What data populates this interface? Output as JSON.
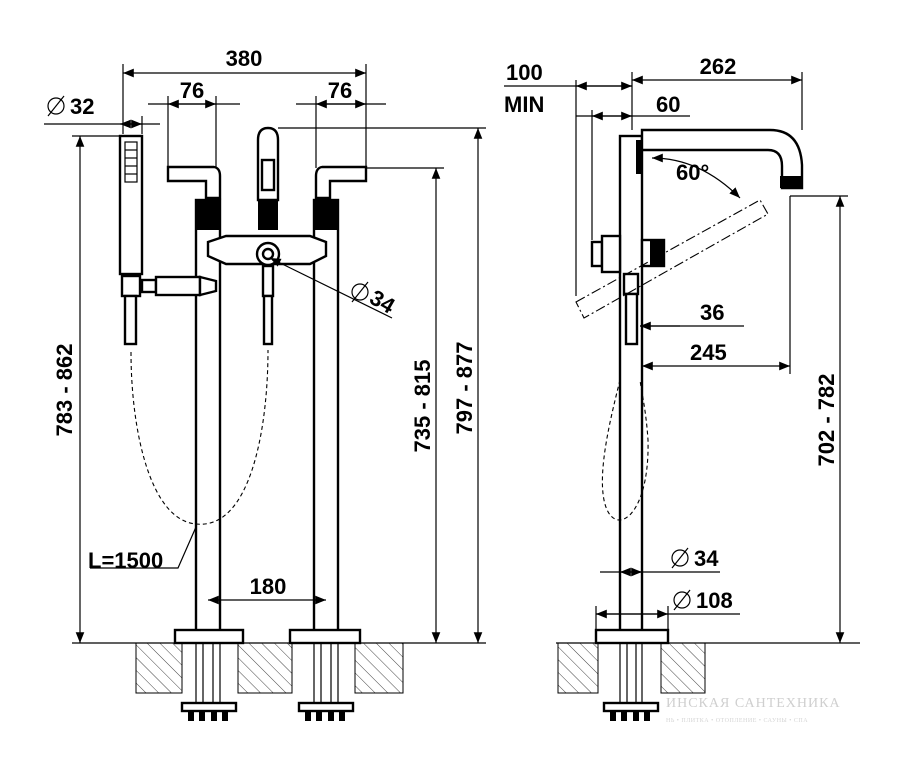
{
  "front_view": {
    "width_overall": "380",
    "lever_left_offset": "76",
    "lever_right_offset": "76",
    "hand_shower_diameter": "32",
    "diverter_diameter": "34",
    "column_spacing": "180",
    "hose_length": "L=1500",
    "height_left": "783 - 862",
    "height_spout": "735 - 815",
    "height_overall": "797 - 877"
  },
  "side_view": {
    "wall_clearance": "100",
    "wall_clearance_note": "MIN",
    "spout_reach": "262",
    "body_offset": "60",
    "spout_angle": "60°",
    "handle_offset": "36",
    "projection": "245",
    "column_diameter": "34",
    "base_diameter": "108",
    "spout_height": "702 - 782"
  },
  "watermark": {
    "title": "ИНСКАЯ САНТЕХНИКА",
    "subtitle": "НЬ • ПЛИТКА • ОТОПЛЕНИЕ • САУНЫ • СПА"
  }
}
